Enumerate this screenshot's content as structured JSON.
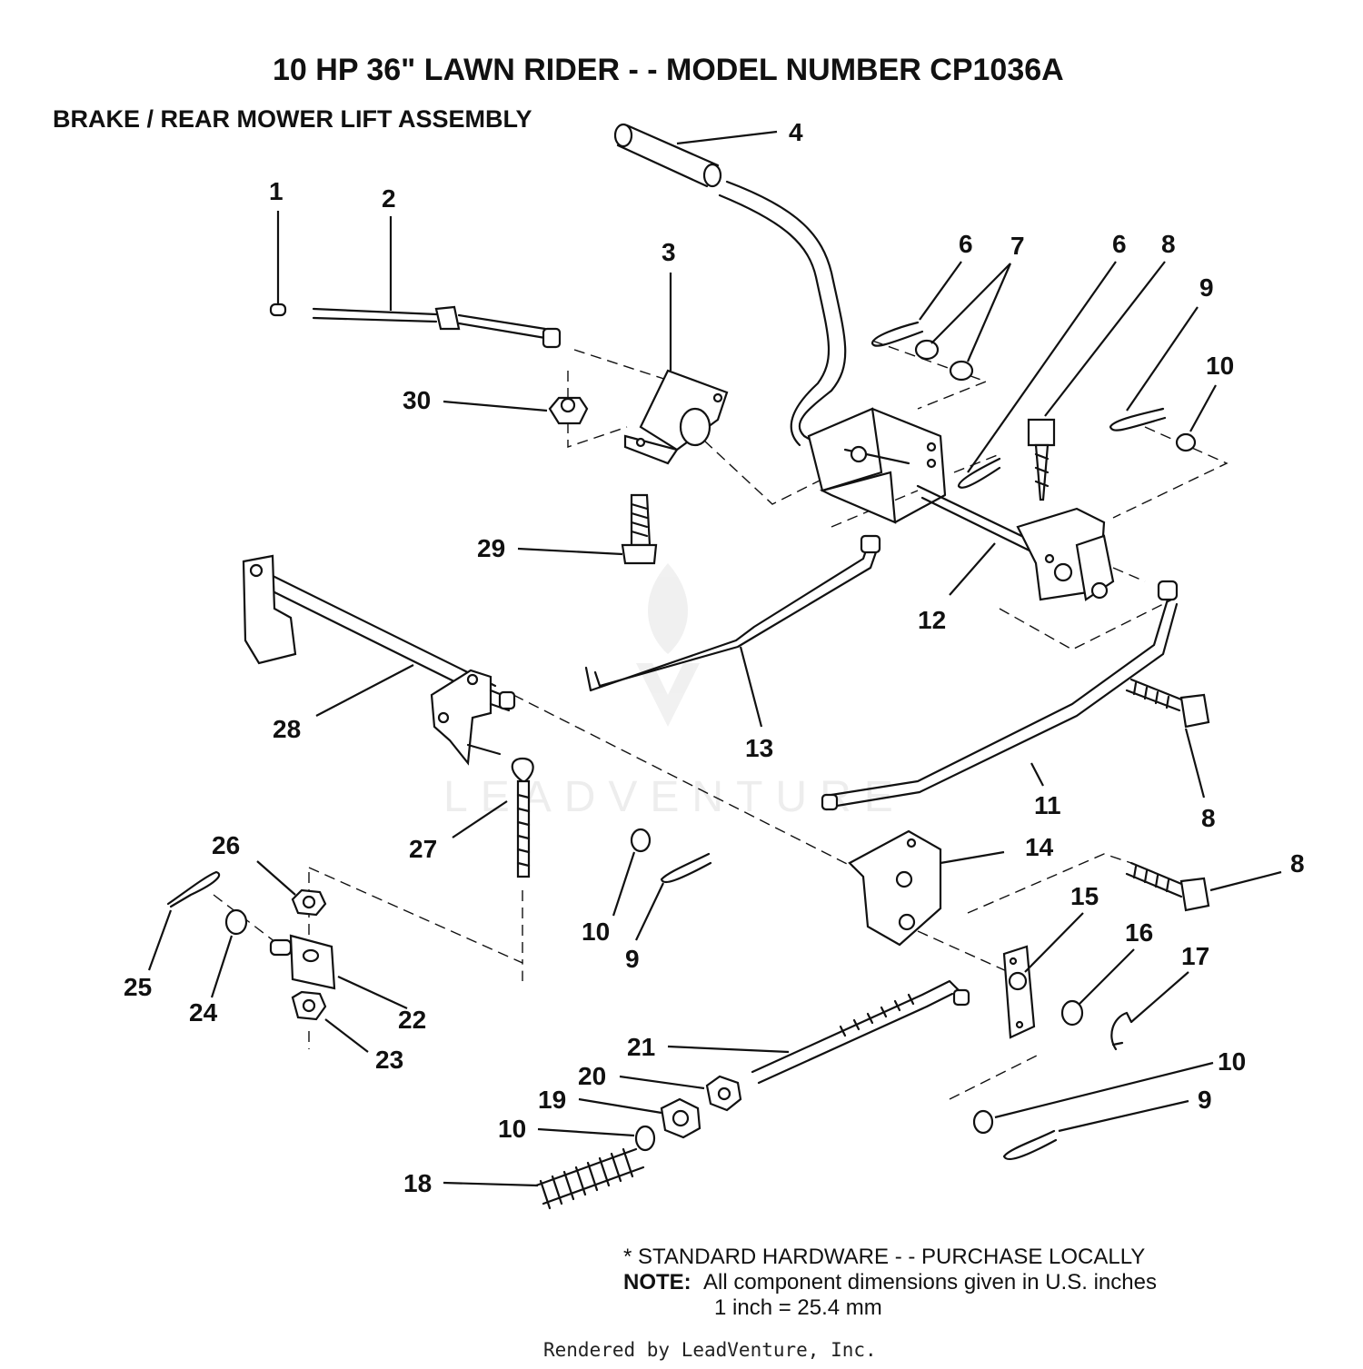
{
  "header": {
    "title": "10 HP 36\" LAWN RIDER - - MODEL NUMBER CP1036A",
    "subtitle": "BRAKE / REAR MOWER LIFT ASSEMBLY"
  },
  "notes": {
    "standard_hardware": "* STANDARD HARDWARE - - PURCHASE LOCALLY",
    "note_label": "NOTE:",
    "note_text": "All component dimensions given in U.S. inches",
    "conversion": "1 inch = 25.4 mm"
  },
  "footer": {
    "credit": "Rendered by LeadVenture, Inc."
  },
  "watermark": {
    "text": "LEADVENTURE"
  },
  "callouts": [
    "1",
    "2",
    "3",
    "4",
    "6",
    "7",
    "6",
    "8",
    "9",
    "10",
    "30",
    "29",
    "12",
    "13",
    "28",
    "11",
    "8",
    "27",
    "26",
    "14",
    "8",
    "15",
    "16",
    "17",
    "25",
    "24",
    "22",
    "23",
    "10",
    "9",
    "21",
    "20",
    "19",
    "10",
    "18",
    "10",
    "9"
  ]
}
